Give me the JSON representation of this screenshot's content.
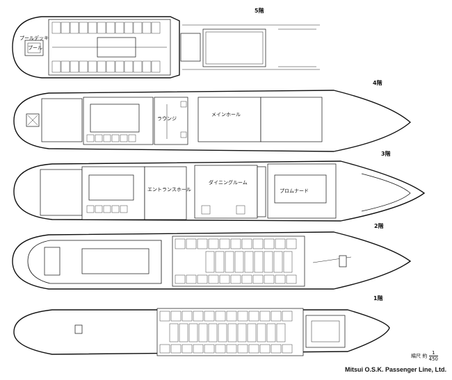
{
  "decks": [
    {
      "label": "5階"
    },
    {
      "label": "4階"
    },
    {
      "label": "3階"
    },
    {
      "label": "2階"
    },
    {
      "label": "1階"
    }
  ],
  "rooms": {
    "pool_deck": "プールデッキ",
    "pool": "プール",
    "main_hall": "メインホール",
    "lounge": "ラウンジ",
    "entrance_hall": "エントランスホール",
    "dining": "ダイニングルーム",
    "promenade": "プロムナード"
  },
  "footer": {
    "scale_prefix": "縮尺 約",
    "scale_num": "1",
    "scale_den": "450",
    "credit": "Mitsui O.S.K. Passenger Line, Ltd."
  }
}
